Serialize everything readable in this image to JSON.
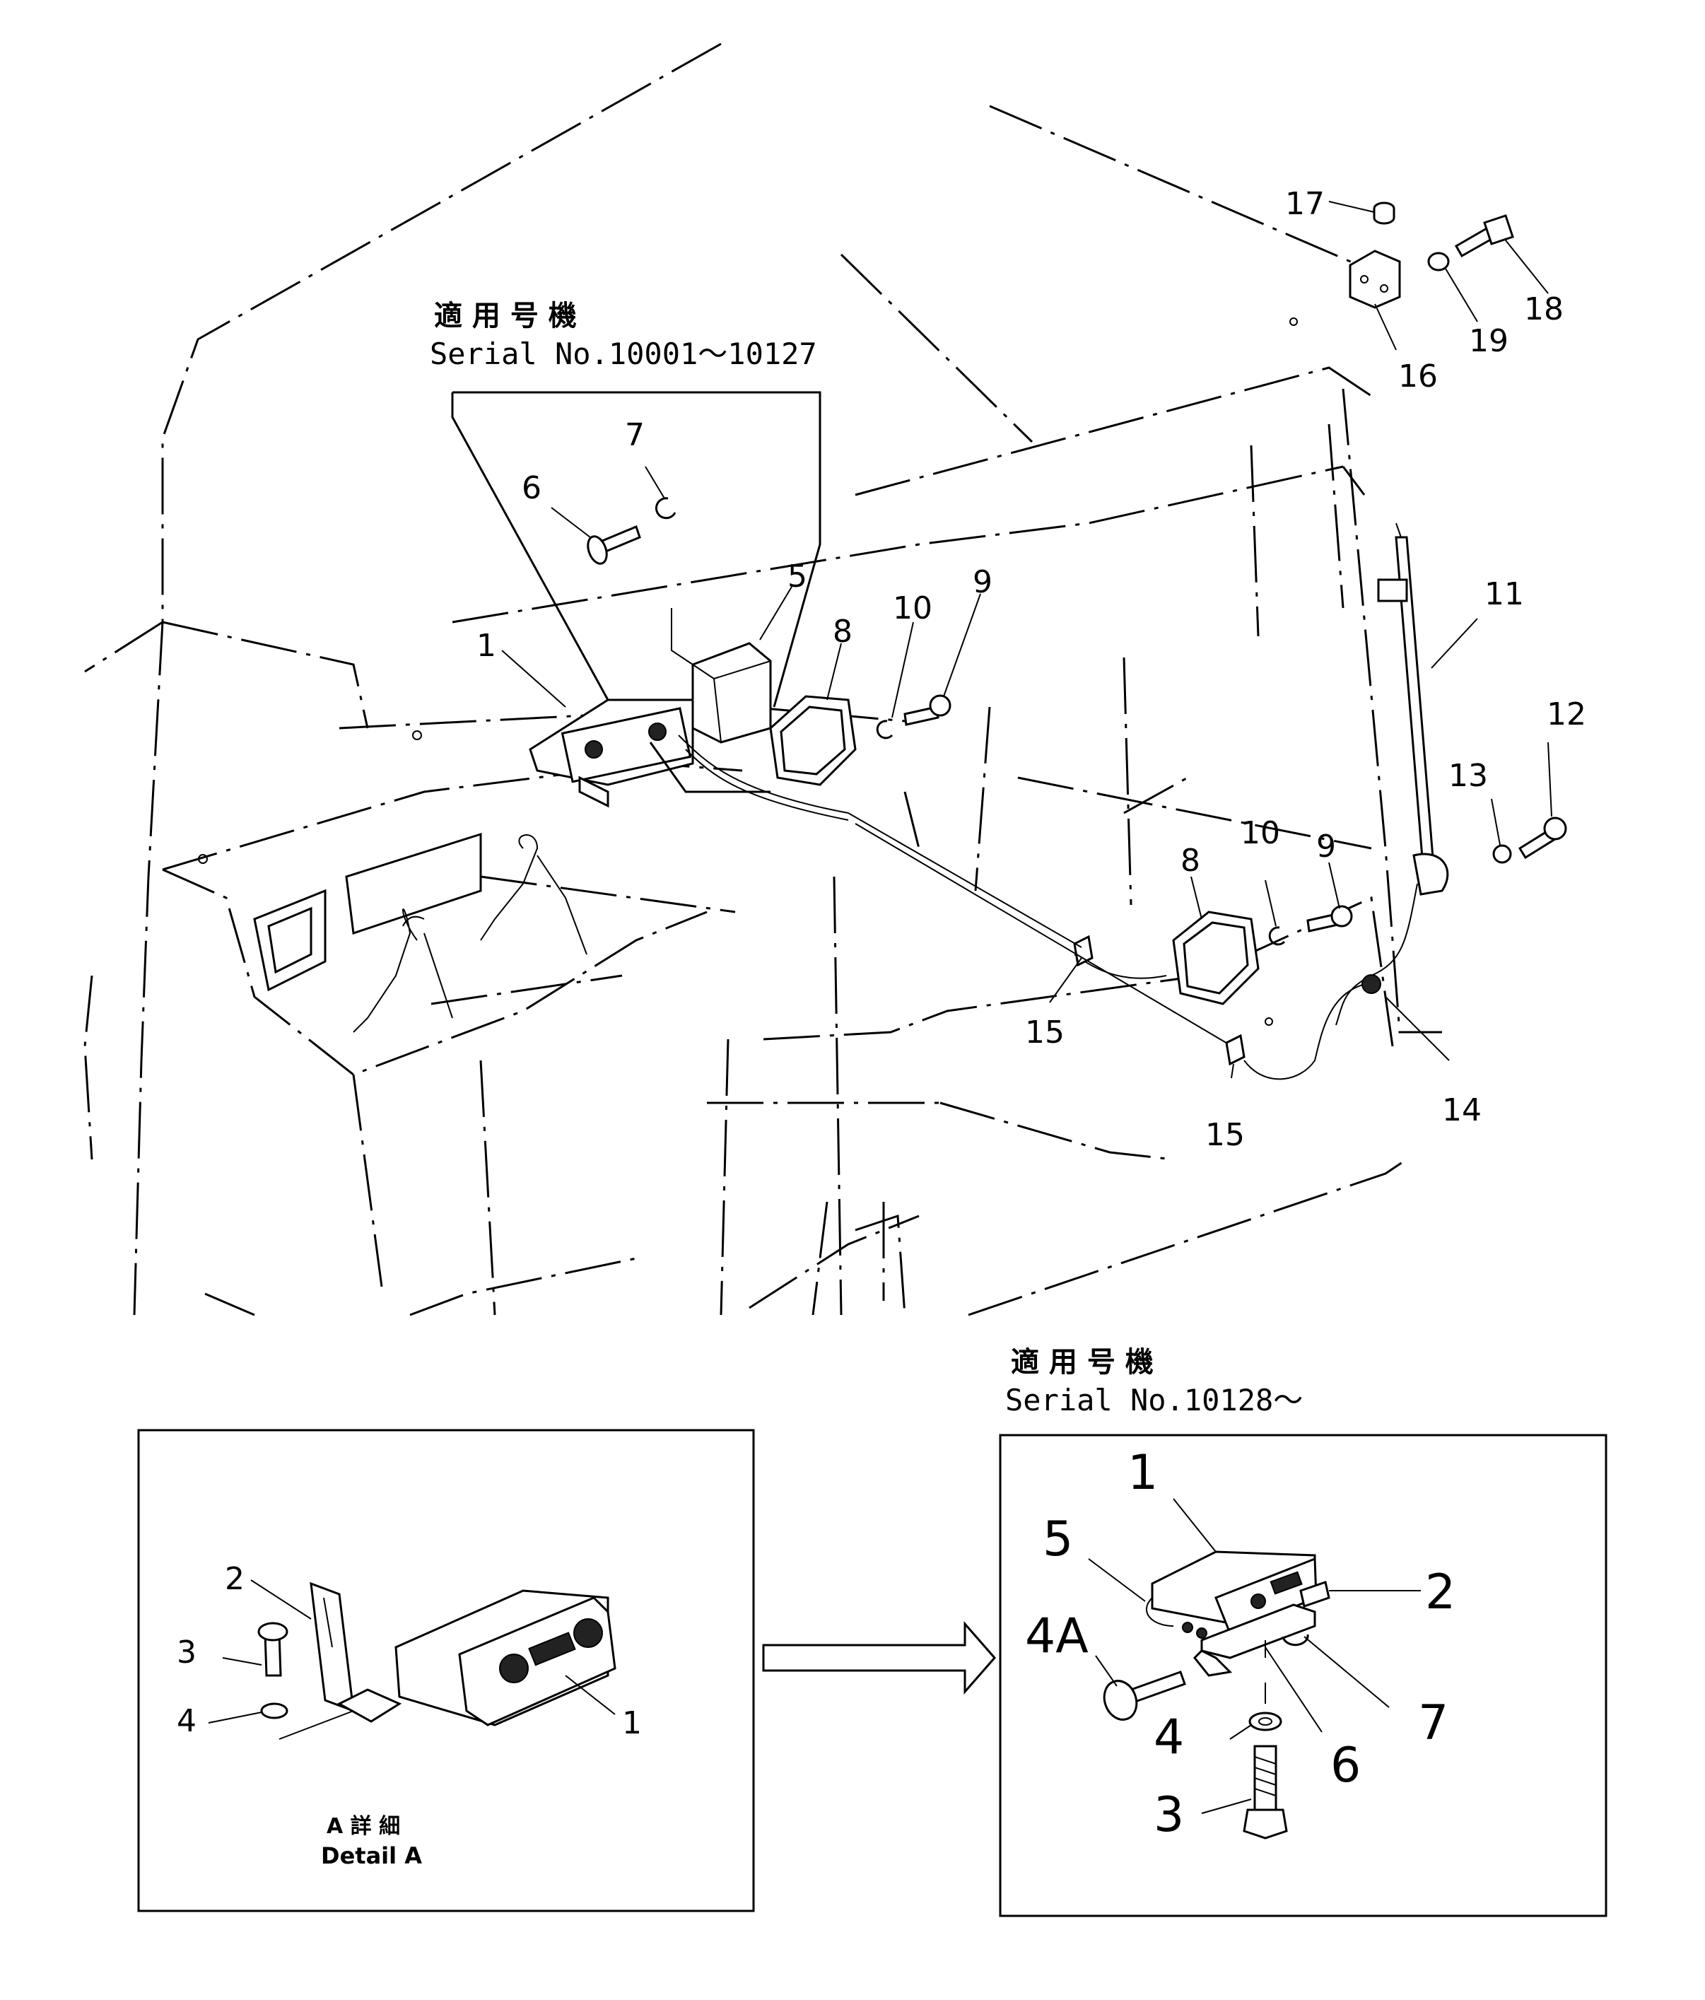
{
  "serial_range_1": {
    "heading": "適 用 号 機",
    "serial": "Serial No.10001～10127"
  },
  "serial_range_2": {
    "heading": "適 用 号 機",
    "serial": "Serial No.10128～"
  },
  "detail_a": {
    "caption_jp": "A 詳 細",
    "caption_en": "Detail A"
  },
  "main_callouts": [
    "1",
    "5",
    "6",
    "7",
    "8",
    "9",
    "10",
    "8",
    "9",
    "10",
    "11",
    "12",
    "13",
    "14",
    "15",
    "15",
    "16",
    "17",
    "18",
    "19"
  ],
  "detail_a_callouts": [
    "1",
    "2",
    "3",
    "4"
  ],
  "new_version_callouts": [
    "1",
    "2",
    "3",
    "4",
    "4A",
    "5",
    "6",
    "7"
  ]
}
